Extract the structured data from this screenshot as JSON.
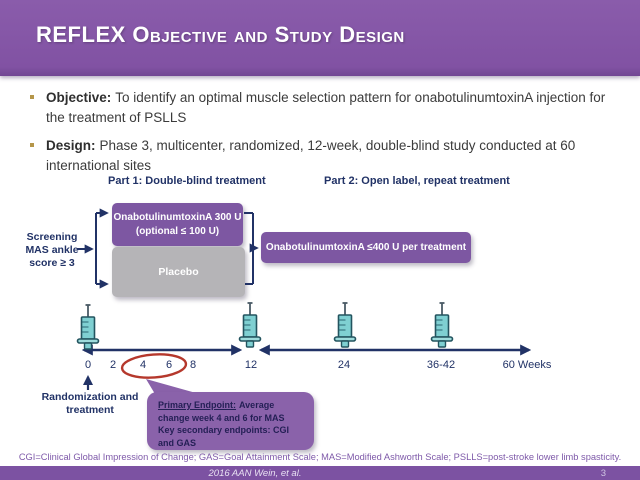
{
  "header": {
    "title": "REFLEX Objective and Study Design"
  },
  "bullets": [
    {
      "label": "Objective:",
      "text": "To identify an optimal muscle selection pattern for onabotulinumtoxinA injection for the treatment of PSLLS"
    },
    {
      "label": "Design:",
      "text": "Phase 3, multicenter, randomized, 12-week, double-blind study conducted at 60 international sites"
    }
  ],
  "diagram": {
    "part1_label": "Part 1: Double-blind treatment",
    "part2_label": "Part 2: Open label, repeat treatment",
    "screening": [
      "Screening",
      "MAS ankle",
      "score ≥ 3"
    ],
    "arms": {
      "treatment_line1": "OnabotulinumtoxinA 300 U",
      "treatment_line2": "(optional ≤ 100 U)",
      "placebo": "Placebo"
    },
    "part2_box": "OnabotulinumtoxinA ≤400 U per treatment",
    "timeline": {
      "ticks": [
        "0",
        "2",
        "4",
        "6",
        "8",
        "12",
        "24",
        "36-42",
        "60 Weeks"
      ],
      "circled_weeks": "4 and 6"
    },
    "randomization": [
      "Randomization and",
      "treatment"
    ],
    "endpoint_callout": {
      "heading": "Primary Endpoint:",
      "heading_suffix": "Average",
      "line2": "change week 4 and 6 for MAS",
      "line3": "Key secondary endpoints: CGI",
      "line4": "and GAS"
    },
    "icons": {
      "timeline_marker": "syringe-icon"
    }
  },
  "footnote": "CGI=Clinical Global Impression of Change; GAS=Goal Attainment Scale; MAS=Modified Ashworth Scale; PSLLS=post-stroke lower limb spasticity.",
  "footer": {
    "citation": "2016 AAN Wein, et al.",
    "page_number": "3"
  },
  "colors": {
    "header_purple": "#8355a6",
    "box_purple": "#7d57a2",
    "callout_purple": "#8a62aa",
    "placebo_gray": "#b5b4b7",
    "navy": "#213266",
    "circle_red": "#b5382c",
    "footnote_purple": "#7e59a9",
    "syringe_teal": "#7fd0d2"
  }
}
